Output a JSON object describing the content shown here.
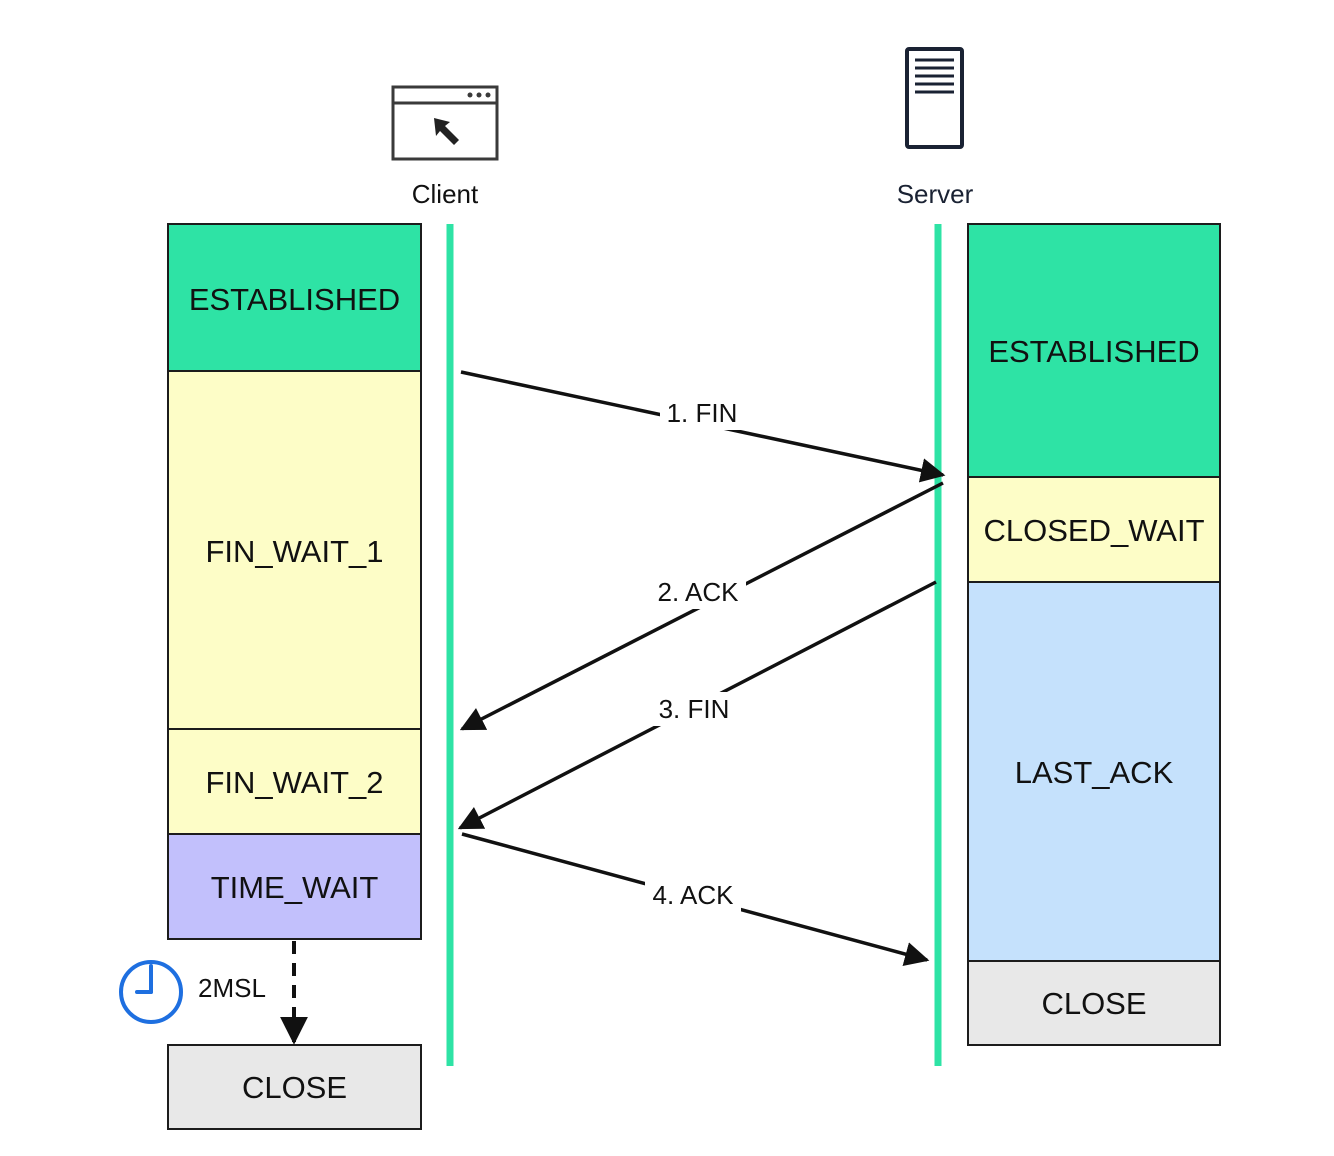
{
  "colors": {
    "established": "#2ee3a5",
    "wait_yellow": "#fdfdc7",
    "time_wait": "#c2c0fc",
    "last_ack": "#c5e1fc",
    "close": "#e8e8e8",
    "timeline": "#2ee3a5",
    "clock": "#1e6fe0",
    "stroke": "#1c1c1c"
  },
  "actors": {
    "client": {
      "label": "Client",
      "icon": "browser-window-icon"
    },
    "server": {
      "label": "Server",
      "icon": "server-icon"
    }
  },
  "client_states": [
    "ESTABLISHED",
    "FIN_WAIT_1",
    "FIN_WAIT_2",
    "TIME_WAIT"
  ],
  "client_close": "CLOSE",
  "server_states": [
    "ESTABLISHED",
    "CLOSED_WAIT",
    "LAST_ACK",
    "CLOSE"
  ],
  "messages": [
    "1. FIN",
    "2. ACK",
    "3. FIN",
    "4. ACK"
  ],
  "timer": {
    "label": "2MSL",
    "icon": "clock-icon"
  }
}
